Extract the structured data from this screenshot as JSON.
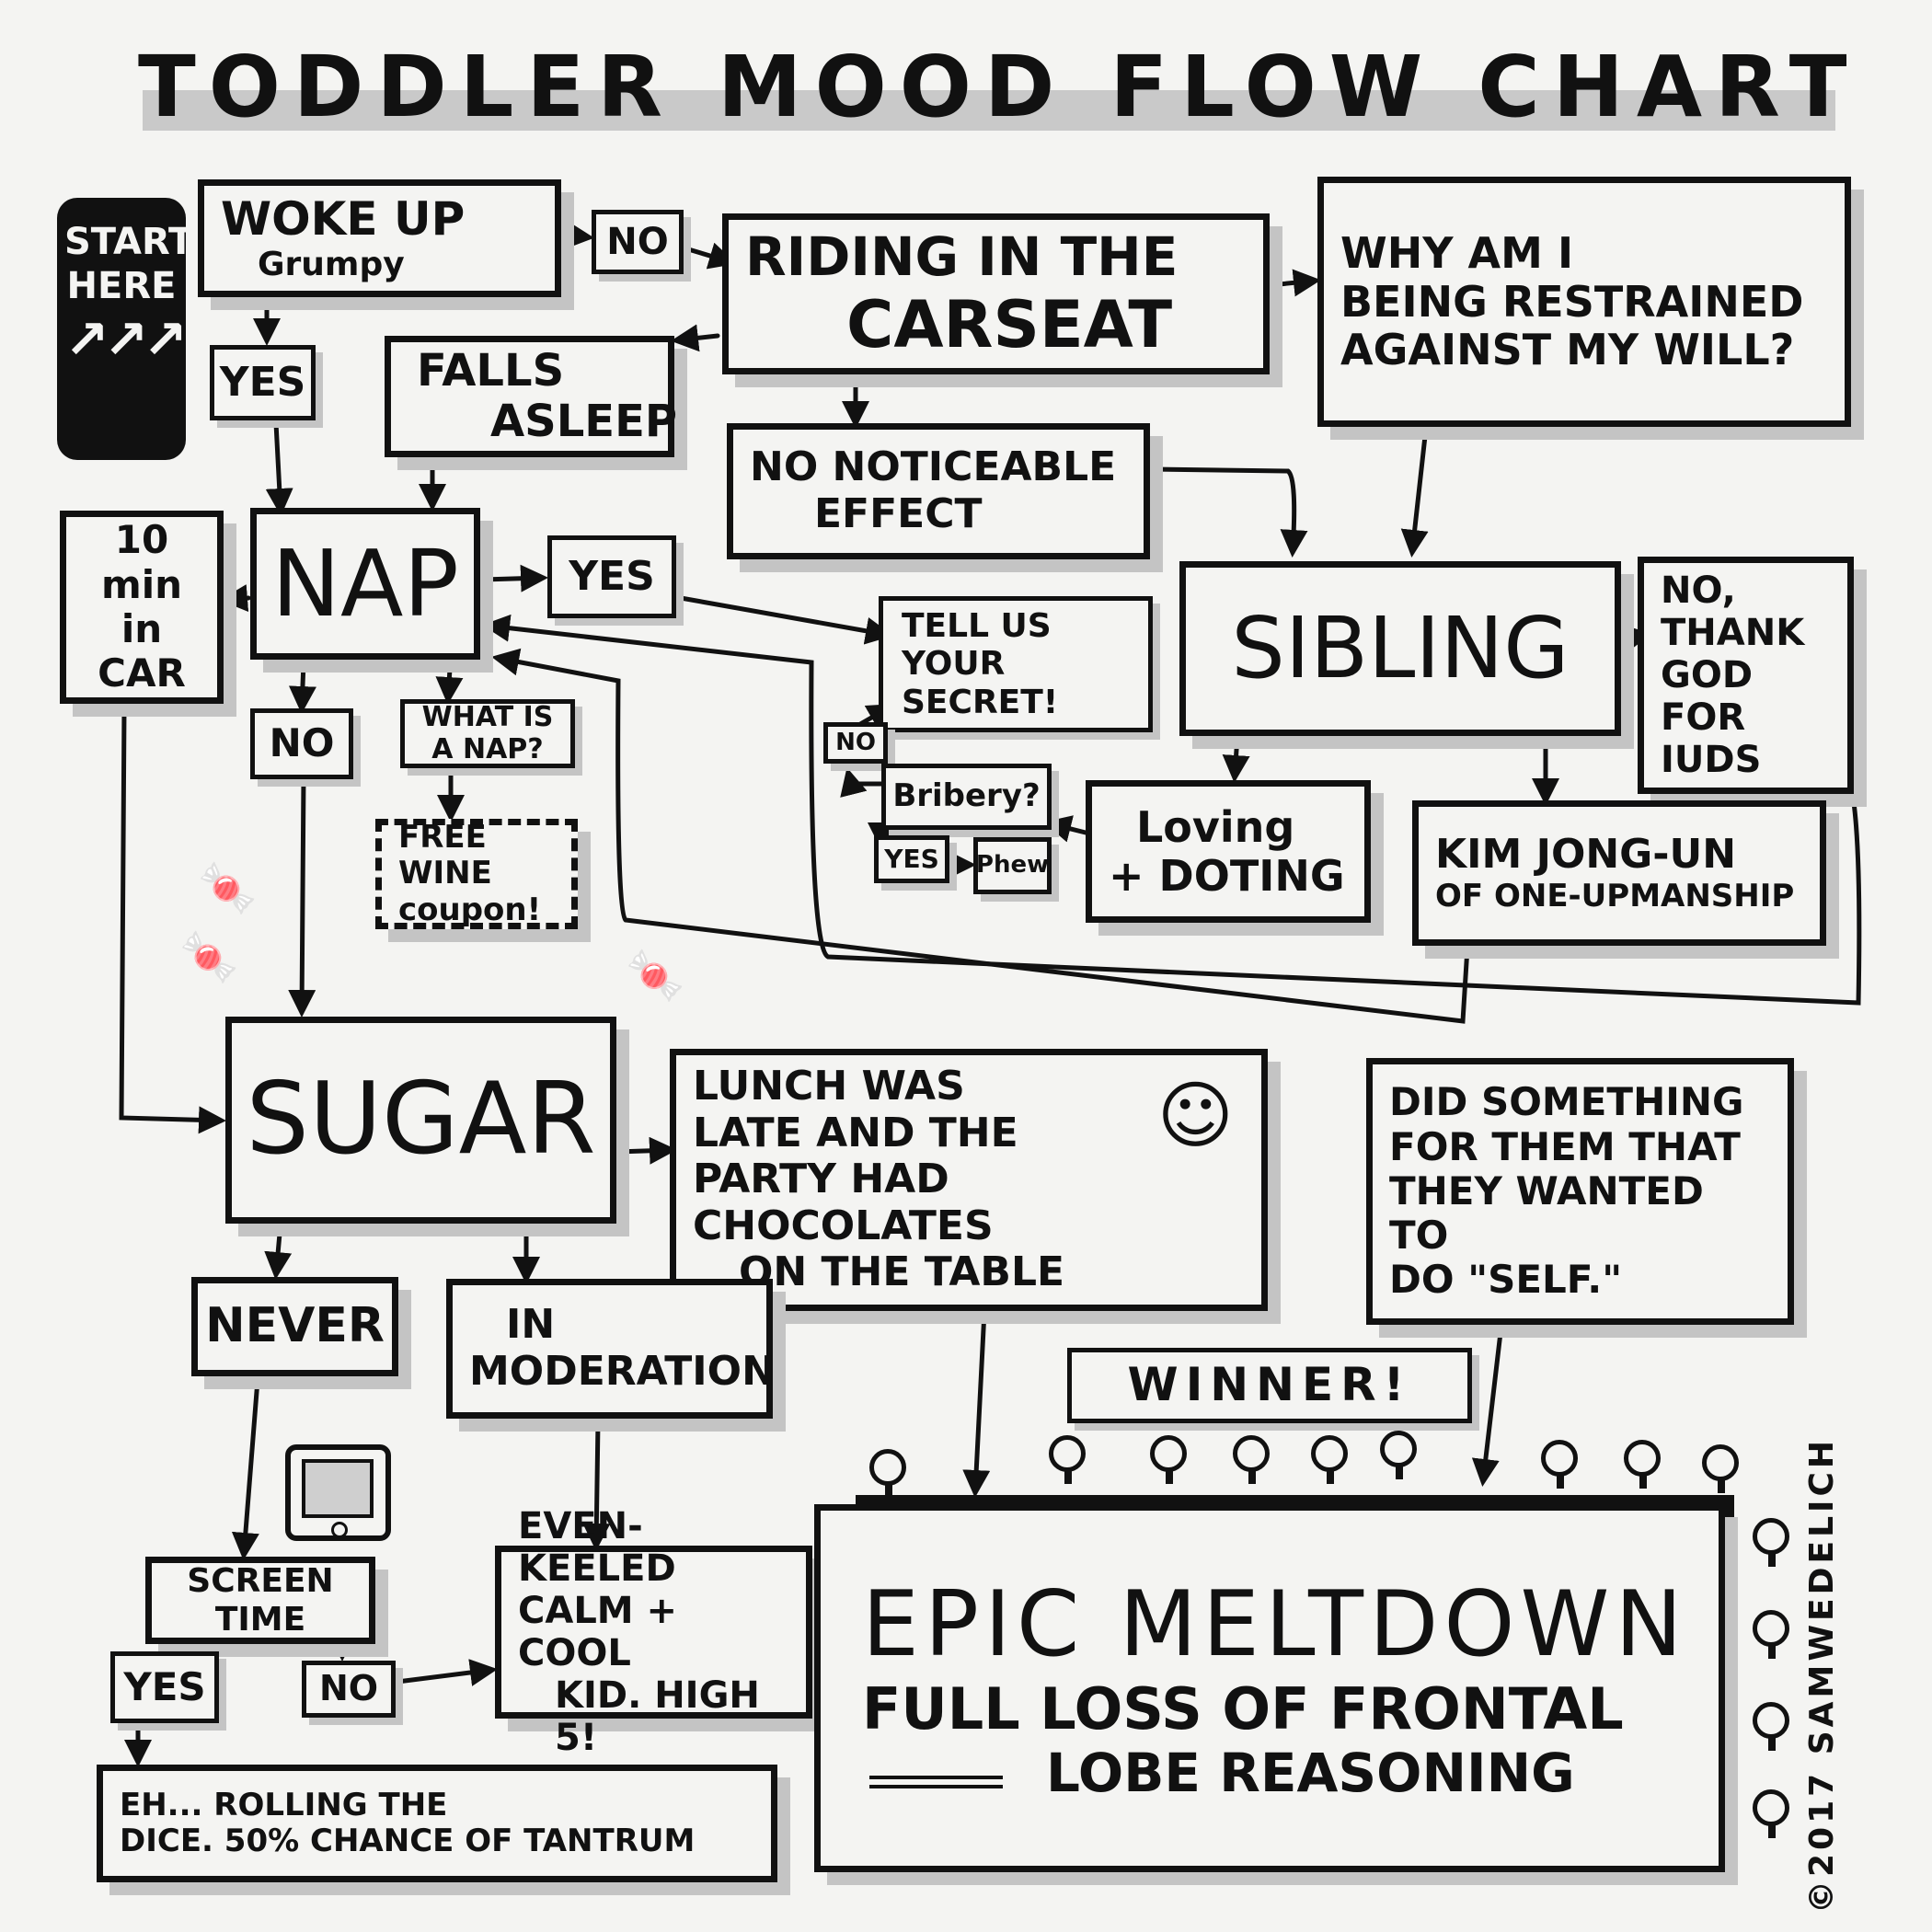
{
  "title": "TODDLER MOOD FLOW CHART",
  "start": {
    "line1": "START",
    "line2": "HERE",
    "arrows": "↗↗↗"
  },
  "nodes": {
    "woke_up": {
      "line1": "WOKE UP",
      "line2": "Grumpy"
    },
    "no1": "NO",
    "carseat": {
      "line1": "RIDING IN the",
      "line2": "CARSEAT"
    },
    "restrained": {
      "line1": "WHY AM I",
      "line2": "BEING RESTRAINED",
      "line3": "AGAINST my WILL?"
    },
    "yes1": "YES",
    "falls_asleep": {
      "line1": "FALLS",
      "line2": "ASLEEP"
    },
    "no_effect": {
      "line1": "NO NOTICEABLE",
      "line2": "EFFECT"
    },
    "ten_min": {
      "line1": "10 min",
      "line2": "in",
      "line3": "CAR"
    },
    "nap": "NAP",
    "yes2": "YES",
    "tell_secret": {
      "line1": "TELL US",
      "line2": "YOUR SECRET!"
    },
    "sibling": "SIBLING",
    "no_thank": {
      "line1": "NO,",
      "line2": "THANK",
      "line3": "GOD FOR",
      "line4": "IUDs"
    },
    "no2": "NO",
    "what_nap": {
      "line1": "WHAT IS",
      "line2": "A NAP?"
    },
    "free_wine": {
      "line1": "FREE",
      "line2": "WINE",
      "line3": "coupon!"
    },
    "no_small": "NO",
    "bribery": "Bribery?",
    "yes_small": "YES",
    "phew": "Phew",
    "loving": {
      "line1": "Loving",
      "line2": "+ DOTING"
    },
    "kim": {
      "line1": "KIM JONG-UN",
      "line2": "of ONE-UPMANSHIP"
    },
    "sugar": "SUGAR",
    "lunch": {
      "line1": "LUNCH WAS",
      "line2": "LATE and the",
      "line3": "PARTY HAD CHOCOLATES",
      "line4": "on THE TABLE"
    },
    "did_something": {
      "line1": "DID SOMEthing",
      "line2": "FOR THEM THAT",
      "line3": "THEY WANTED TO",
      "line4": "DO \"SELF.\""
    },
    "never": "NEVER",
    "moderation": {
      "line1": "IN",
      "line2": "MODERATION"
    },
    "winner": "WINNER!",
    "screen_time": {
      "line1": "SCREEN",
      "line2": "TIME"
    },
    "yes3": "YES",
    "no3": "NO",
    "even_keeled": {
      "line1": "Even-KEELED",
      "line2": "CALM + COOL",
      "line3": "KID. High 5!"
    },
    "rolling_dice": {
      "line1": "Eh... ROLLING the",
      "line2": "DICE. 50% CHANCE OF Tantrum"
    },
    "meltdown": {
      "line1": "EPIC MELTdown",
      "line2": "FULL LOSS of FrontAL",
      "line3": "LOBE REASONING"
    }
  },
  "copyright": "©2017 SAMWEDELICH",
  "icons": {
    "candy": "candy-icon",
    "tablet": "tablet-icon",
    "bulb": "lightbulb-icon",
    "face": "toddler-face-icon"
  }
}
